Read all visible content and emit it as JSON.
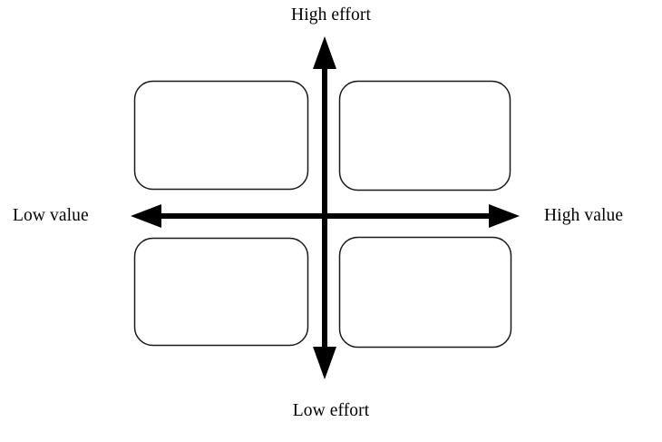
{
  "diagram": {
    "type": "2x2-matrix",
    "title": "",
    "background_color": "#ffffff",
    "stroke_color": "#000000",
    "axes": {
      "vertical": {
        "top_label": "High effort",
        "bottom_label": "Low effort",
        "arrowheads": "both",
        "stroke_width": 6
      },
      "horizontal": {
        "left_label": "Low value",
        "right_label": "High value",
        "arrowheads": "both",
        "stroke_width": 6
      }
    },
    "labels": {
      "top": "High effort",
      "bottom": "Low effort",
      "left": "Low value",
      "right": "High value"
    },
    "quadrants": [
      {
        "position": "top-left",
        "name": "low-value-high-effort",
        "text": "",
        "fill": "#ffffff",
        "stroke": "#000000",
        "corner_radius": 20
      },
      {
        "position": "top-right",
        "name": "high-value-high-effort",
        "text": "",
        "fill": "#ffffff",
        "stroke": "#000000",
        "corner_radius": 20
      },
      {
        "position": "bottom-left",
        "name": "low-value-low-effort",
        "text": "",
        "fill": "#ffffff",
        "stroke": "#000000",
        "corner_radius": 20
      },
      {
        "position": "bottom-right",
        "name": "high-value-low-effort",
        "text": "",
        "fill": "#ffffff",
        "stroke": "#000000",
        "corner_radius": 20
      }
    ]
  }
}
